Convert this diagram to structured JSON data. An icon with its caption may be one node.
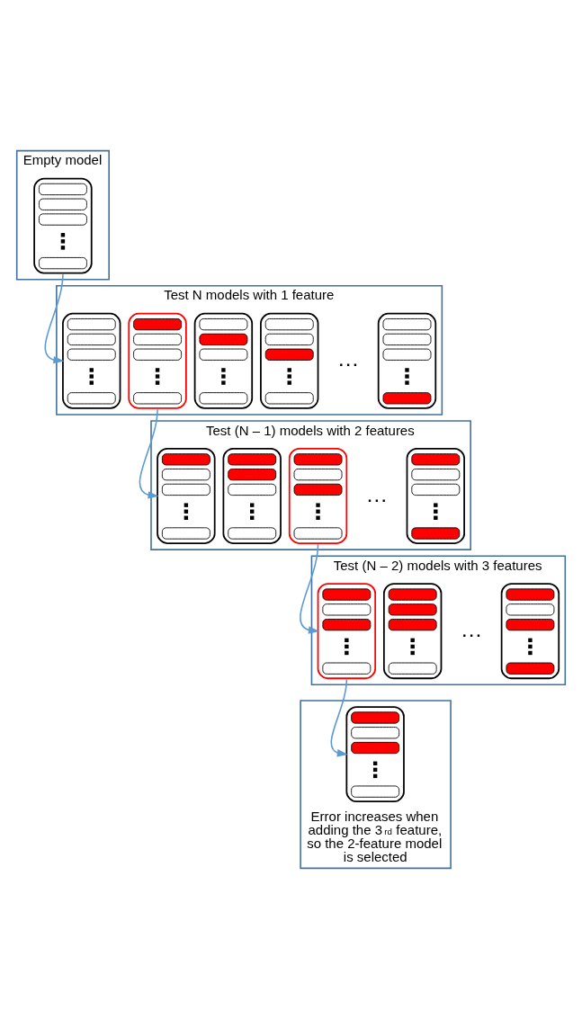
{
  "diagram": {
    "nodes": [
      {
        "text": [
          "Empty model"
        ]
      },
      {
        "text": [],
        "shape": "box",
        "in": 0
      },
      {
        "text": [
          "Test N models with 1 feature"
        ]
      },
      {
        "text": [],
        "shape": "box",
        "in": 2
      },
      {
        "text": [],
        "shape": "box",
        "in": 2
      },
      {
        "text": [],
        "shape": "box",
        "in": 2
      },
      {
        "text": [],
        "shape": "box",
        "in": 2
      },
      {
        "text": [],
        "shape": "box",
        "in": 2
      },
      {
        "text": [
          "Test (N – 1) models with 2 features"
        ]
      },
      {
        "text": [],
        "shape": "box",
        "in": 8
      },
      {
        "text": [],
        "shape": "box",
        "in": 8
      },
      {
        "text": [],
        "shape": "box",
        "in": 8
      },
      {
        "text": [],
        "shape": "box",
        "in": 8
      },
      {
        "text": [
          "Test (N – 2) models with 3 features"
        ]
      },
      {
        "text": [],
        "shape": "box",
        "in": 13
      },
      {
        "text": [],
        "shape": "box",
        "in": 13
      },
      {
        "text": [],
        "shape": "box",
        "in": 13
      },
      {
        "text": [
          "Error increases when adding the 3$^{rd}$ feature, so the 2-feature model is selected"
        ]
      },
      {
        "text": [],
        "shape": "box",
        "in": 17
      }
    ],
    "edges": [
      {
        "from": 1,
        "to": 3,
        "arrow": "to"
      },
      {
        "from": 4,
        "to": 9,
        "arrow": "to"
      },
      {
        "from": 11,
        "to": 14,
        "arrow": "to"
      },
      {
        "from": 14,
        "to": 18,
        "arrow": "to"
      }
    ],
    "labels": [
      "…",
      "…",
      "…"
    ]
  }
}
